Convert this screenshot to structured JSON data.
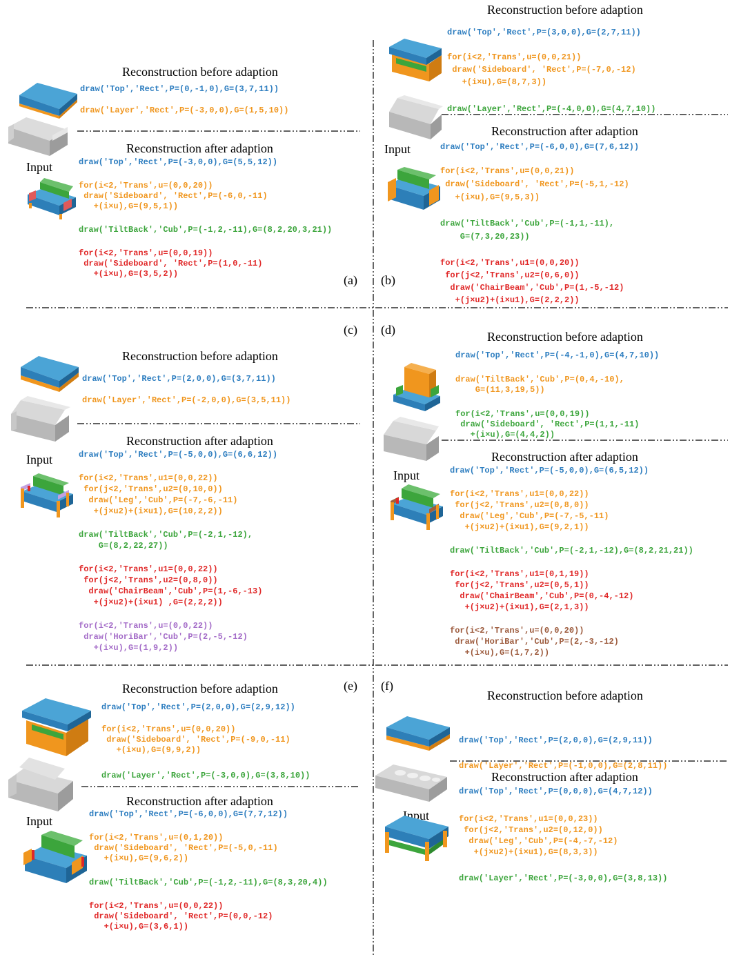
{
  "colors": {
    "blue": "#2e7ec0",
    "orange": "#f0961e",
    "green": "#3ca53c",
    "red": "#e02828",
    "purple": "#a46cc8",
    "brown": "#9c5a3c",
    "input_gray": "#c4c4c4"
  },
  "headings": {
    "before": "Reconstruction before adaption",
    "after": "Reconstruction after adaption",
    "input": "Input"
  },
  "labels": {
    "a": "(a)",
    "b": "(b)",
    "c": "(c)",
    "d": "(d)",
    "e": "(e)",
    "f": "(f)"
  },
  "panel_a": {
    "before": [
      "draw('Top','Rect',P=(0,-1,0),G=(3,7,11))",
      "draw('Layer','Rect',P=(-3,0,0),G=(1,5,10))"
    ],
    "after": [
      "draw('Top','Rect',P=(-3,0,0),G=(5,5,12))",
      "for(i<2,'Trans',u=(0,0,20))",
      " draw('Sideboard', 'Rect',P=(-6,0,-11)",
      "   +(i×u),G=(9,5,1))",
      "draw('TiltBack','Cub',P=(-1,2,-11),G=(8,2,20,3,21))",
      "for(i<2,'Trans',u=(0,0,19))",
      " draw('Sideboard', 'Rect',P=(1,0,-11)",
      "   +(i×u),G=(3,5,2))"
    ]
  },
  "panel_b": {
    "before": [
      "draw('Top','Rect',P=(3,0,0),G=(2,7,11))",
      "for(i<2,'Trans',u=(0,0,21))",
      " draw('Sideboard', 'Rect',P=(-7,0,-12)",
      "   +(i×u),G=(8,7,3))",
      "draw('Layer','Rect',P=(-4,0,0),G=(4,7,10))"
    ],
    "after": [
      "draw('Top','Rect',P=(-6,0,0),G=(7,6,12))",
      "for(i<2,'Trans',u=(0,0,21))",
      " draw('Sideboard', 'Rect',P=(-5,1,-12)",
      "   +(i×u),G=(9,5,3))",
      "draw('TiltBack','Cub',P=(-1,1,-11),",
      "    G=(7,3,20,23))",
      "for(i<2,'Trans',u1=(0,0,20))",
      " for(j<2,'Trans',u2=(0,6,0))",
      "  draw('ChairBeam','Cub',P=(1,-5,-12)",
      "   +(j×u2)+(i×u1),G=(2,2,2))"
    ]
  },
  "panel_c": {
    "before": [
      "draw('Top','Rect',P=(2,0,0),G=(3,7,11))",
      "draw('Layer','Rect',P=(-2,0,0),G=(3,5,11))"
    ],
    "after": [
      "draw('Top','Rect',P=(-5,0,0),G=(6,6,12))",
      "for(i<2,'Trans',u1=(0,0,22))",
      " for(j<2,'Trans',u2=(0,10,0))",
      "  draw('Leg','Cub',P=(-7,-6,-11)",
      "   +(j×u2)+(i×u1),G=(10,2,2))",
      "draw('TiltBack','Cub',P=(-2,1,-12),",
      "    G=(8,2,22,27))",
      "for(i<2,'Trans',u1=(0,0,22))",
      " for(j<2,'Trans',u2=(0,8,0))",
      "  draw('ChairBeam','Cub',P=(1,-6,-13)",
      "   +(j×u2)+(i×u1) ,G=(2,2,2))",
      "for(i<2,'Trans',u=(0,0,22))",
      " draw('HoriBar','Cub',P=(2,-5,-12)",
      "   +(i×u),G=(1,9,2))"
    ]
  },
  "panel_d": {
    "before": [
      "draw('Top','Rect',P=(-4,-1,0),G=(4,7,10))",
      "draw('TiltBack','Cub',P=(0,4,-10),",
      "    G=(11,3,19,5))",
      "for(i<2,'Trans',u=(0,0,19))",
      " draw('Sideboard', 'Rect',P=(1,1,-11)",
      "   +(i×u),G=(4,4,2))"
    ],
    "after": [
      "draw('Top','Rect',P=(-5,0,0),G=(6,5,12))",
      "for(i<2,'Trans',u1=(0,0,22))",
      " for(j<2,'Trans',u2=(0,8,0))",
      "  draw('Leg','Cub',P=(-7,-5,-11)",
      "   +(j×u2)+(i×u1),G=(9,2,1))",
      "draw('TiltBack','Cub',P=(-2,1,-12),G=(8,2,21,21))",
      "for(i<2,'Trans',u1=(0,1,19))",
      " for(j<2,'Trans',u2=(0,5,1))",
      "  draw('ChairBeam','Cub',P=(0,-4,-12)",
      "   +(j×u2)+(i×u1),G=(2,1,3))",
      "for(i<2,'Trans',u=(0,0,20))",
      " draw('HoriBar','Cub',P=(2,-3,-12)",
      "   +(i×u),G=(1,7,2))"
    ]
  },
  "panel_e": {
    "before": [
      "draw('Top','Rect',P=(2,0,0),G=(2,9,12))",
      "for(i<2,'Trans',u=(0,0,20))",
      " draw('Sideboard', 'Rect',P=(-9,0,-11)",
      "   +(i×u),G=(9,9,2))",
      "draw('Layer','Rect',P=(-3,0,0),G=(3,8,10))"
    ],
    "after": [
      "draw('Top','Rect',P=(-6,0,0),G=(7,7,12))",
      "for(i<2,'Trans',u=(0,1,20))",
      " draw('Sideboard', 'Rect',P=(-5,0,-11)",
      "   +(i×u),G=(9,6,2))",
      "draw('TiltBack','Cub',P=(-1,2,-11),G=(8,3,20,4))",
      "for(i<2,'Trans',u=(0,0,22))",
      " draw('Sideboard', 'Rect',P=(0,0,-12)",
      "   +(i×u),G=(3,6,1))"
    ]
  },
  "panel_f": {
    "before": [
      "draw('Top','Rect',P=(2,0,0),G=(2,9,11))",
      "draw('Layer','Rect',P=(-1,0,0),G=(2,8,11))"
    ],
    "after": [
      "draw('Top','Rect',P=(0,0,0),G=(4,7,12))",
      "for(i<2,'Trans',u1=(0,0,23))",
      " for(j<2,'Trans',u2=(0,12,0))",
      "  draw('Leg','Cub',P=(-4,-7,-12)",
      "   +(j×u2)+(i×u1),G=(8,3,3))",
      "draw('Layer','Rect',P=(-3,0,0),G=(3,8,13))"
    ]
  }
}
